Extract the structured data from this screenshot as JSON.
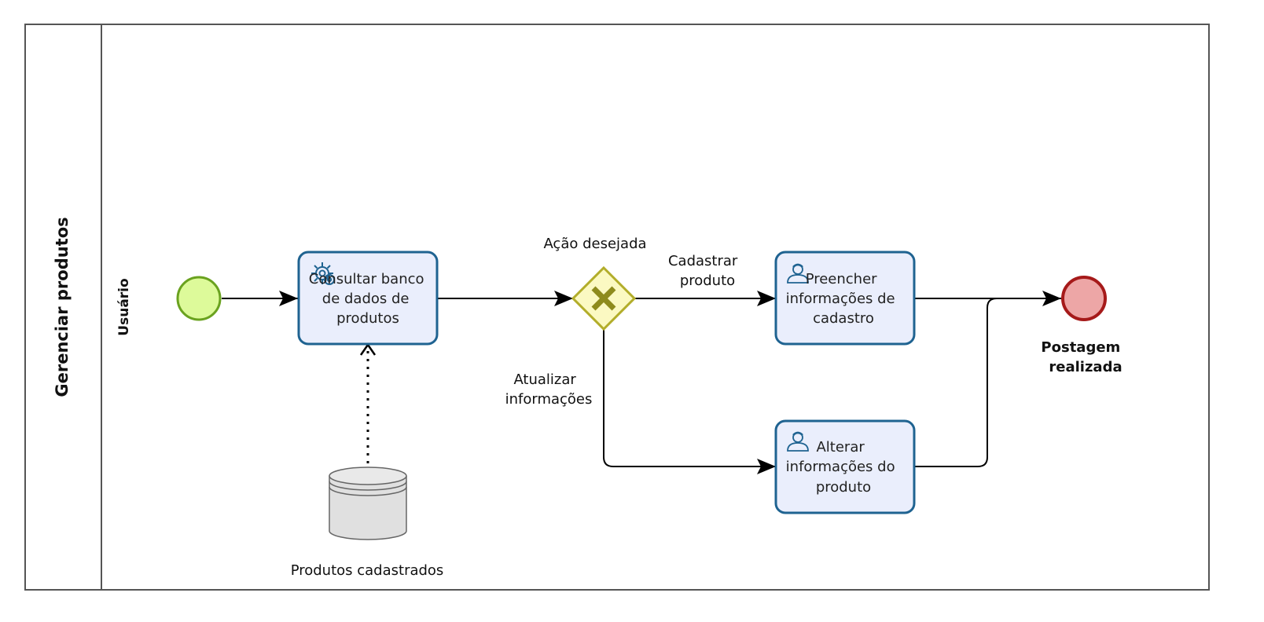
{
  "pool": {
    "title": "Gerenciar produtos"
  },
  "lane": {
    "title": "Usuário"
  },
  "tasks": {
    "consultar": {
      "line1": "Consultar banco",
      "line2": "de dados de",
      "line3": "produtos",
      "icon": "gear-icon"
    },
    "preencher": {
      "line1": "Preencher",
      "line2": "informações de",
      "line3": "cadastro",
      "icon": "user-icon"
    },
    "alterar": {
      "line1": "Alterar",
      "line2": "informações do",
      "line3": "produto",
      "icon": "user-icon"
    }
  },
  "gateway": {
    "label": "Ação desejada",
    "icon": "exclusive-x-icon"
  },
  "flows": {
    "cadastrar": {
      "line1": "Cadastrar",
      "line2": "produto"
    },
    "atualizar": {
      "line1": "Atualizar",
      "line2": "informações"
    }
  },
  "data_store": {
    "label": "Produtos cadastrados"
  },
  "end_event": {
    "line1": "Postagem",
    "line2": "realizada"
  },
  "colors": {
    "task_fill": "#eaeefc",
    "task_stroke": "#1f6391",
    "start_fill": "#ddfa9a",
    "start_stroke": "#6aa21f",
    "end_fill": "#eda6a6",
    "end_stroke": "#a61a1a",
    "gateway_fill": "#fbf9c2",
    "gateway_stroke": "#b2ad2a",
    "gateway_x": "#8e8b1d"
  }
}
